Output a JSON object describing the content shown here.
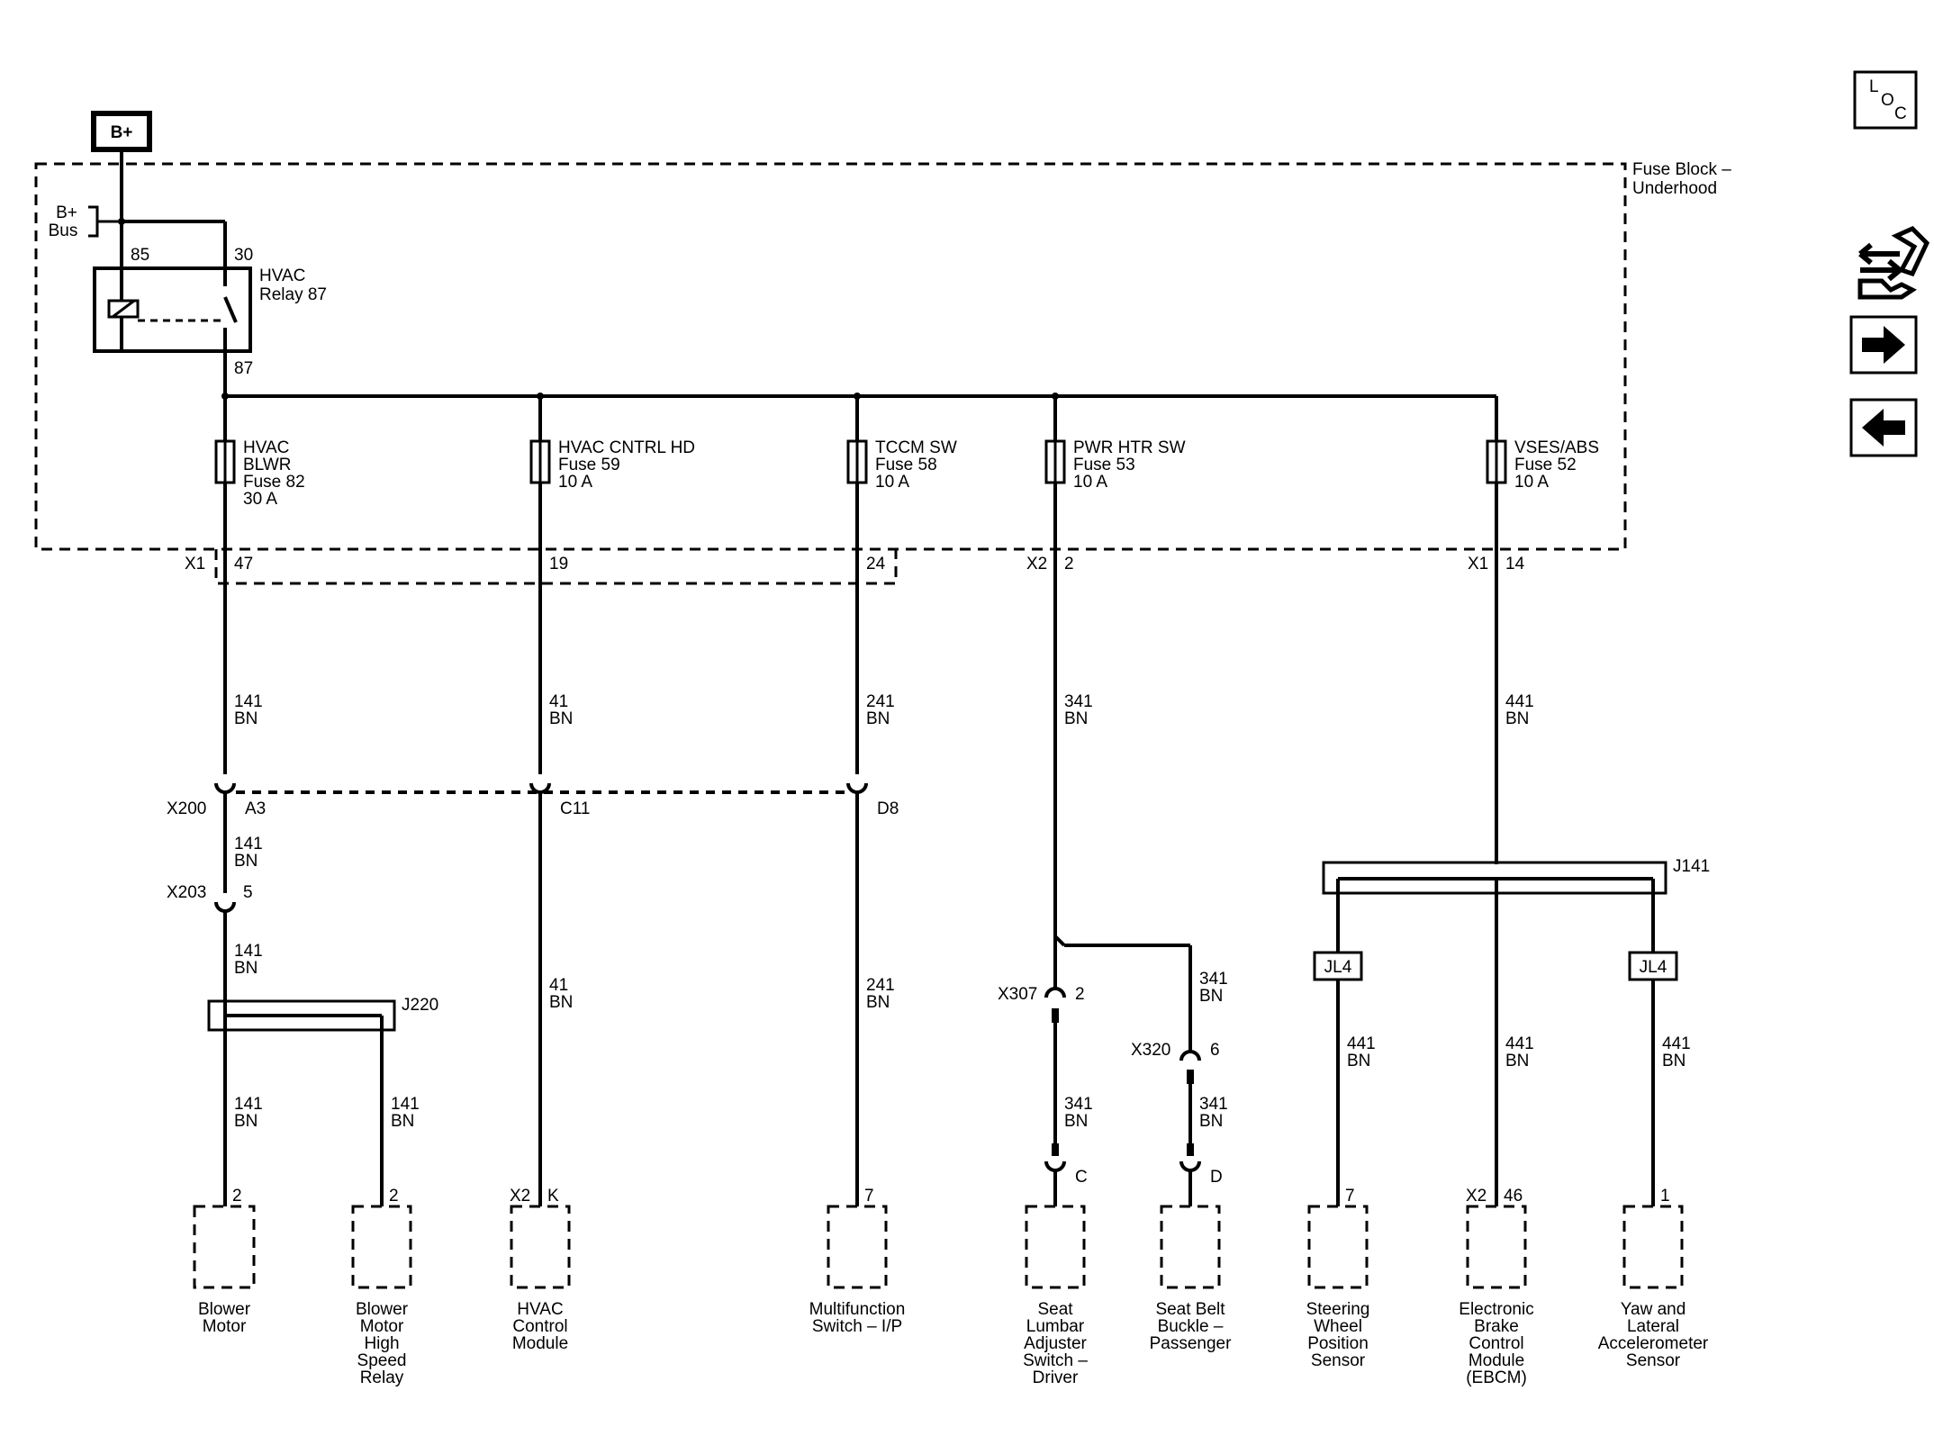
{
  "fuse_block": {
    "label_1": "Fuse Block –",
    "label_2": "Underhood"
  },
  "power": {
    "source": "B+",
    "bus_1": "B+",
    "bus_2": "Bus"
  },
  "relay": {
    "name_1": "HVAC",
    "name_2": "Relay 87",
    "pin_85": "85",
    "pin_30": "30",
    "pin_87": "87"
  },
  "fuses": [
    {
      "lines": [
        "HVAC",
        "BLWR",
        "Fuse 82",
        "30 A"
      ]
    },
    {
      "lines": [
        "HVAC CNTRL HD",
        "Fuse 59",
        "10 A"
      ]
    },
    {
      "lines": [
        "TCCM SW",
        "Fuse 58",
        "10 A"
      ]
    },
    {
      "lines": [
        "PWR HTR SW",
        "Fuse 53",
        "10 A"
      ]
    },
    {
      "lines": [
        "VSES/ABS",
        "Fuse 52",
        "10 A"
      ]
    }
  ],
  "outputs": [
    {
      "connector": "X1",
      "pin": "47"
    },
    {
      "connector": "",
      "pin": "19"
    },
    {
      "connector": "",
      "pin": "24"
    },
    {
      "connector": "X2",
      "pin": "2"
    },
    {
      "connector": "X1",
      "pin": "14"
    }
  ],
  "wires": {
    "w1": [
      "141",
      "BN"
    ],
    "w2": [
      "41",
      "BN"
    ],
    "w3": [
      "241",
      "BN"
    ],
    "w4": [
      "341",
      "BN"
    ],
    "w5": [
      "441",
      "BN"
    ],
    "w6": [
      "141",
      "BN"
    ],
    "w7": [
      "141",
      "BN"
    ],
    "w8": [
      "41",
      "BN"
    ],
    "w9": [
      "241",
      "BN"
    ],
    "w10": [
      "341",
      "BN"
    ],
    "w11": [
      "341",
      "BN"
    ],
    "w12": [
      "341",
      "BN"
    ],
    "w13": [
      "141",
      "BN"
    ],
    "w14": [
      "141",
      "BN"
    ],
    "w15": [
      "441",
      "BN"
    ],
    "w16": [
      "441",
      "BN"
    ],
    "w17": [
      "441",
      "BN"
    ]
  },
  "inline_connectors": {
    "x200": "X200",
    "x200_a3": "A3",
    "x200_c11": "C11",
    "x200_d8": "D8",
    "x203": "X203",
    "x203_pin": "5",
    "x307": "X307",
    "x307_pin": "2",
    "x320": "X320",
    "x320_pin": "6",
    "pin_c": "C",
    "pin_d": "D"
  },
  "splices": {
    "j220": "J220",
    "j141": "J141",
    "jl4_left": "JL4",
    "jl4_right": "JL4"
  },
  "components": [
    {
      "lines": [
        "Blower",
        "Motor"
      ],
      "conn": "",
      "pin": "2"
    },
    {
      "lines": [
        "Blower",
        "Motor",
        "High",
        "Speed",
        "Relay"
      ],
      "conn": "",
      "pin": "2"
    },
    {
      "lines": [
        "HVAC",
        "Control",
        "Module"
      ],
      "conn": "X2",
      "pin": "K"
    },
    {
      "lines": [
        "Multifunction",
        "Switch – I/P"
      ],
      "conn": "",
      "pin": "7"
    },
    {
      "lines": [
        "Seat",
        "Lumbar",
        "Adjuster",
        "Switch –",
        "Driver"
      ],
      "conn": "",
      "pin": ""
    },
    {
      "lines": [
        "Seat Belt",
        "Buckle –",
        "Passenger"
      ],
      "conn": "",
      "pin": ""
    },
    {
      "lines": [
        "Steering",
        "Wheel",
        "Position",
        "Sensor"
      ],
      "conn": "",
      "pin": "7"
    },
    {
      "lines": [
        "Electronic",
        "Brake",
        "Control",
        "Module",
        "(EBCM)"
      ],
      "conn": "X2",
      "pin": "46"
    },
    {
      "lines": [
        "Yaw and",
        "Lateral",
        "Accelerometer",
        "Sensor"
      ],
      "conn": "",
      "pin": "1"
    }
  ],
  "nav": {
    "loc_1": "L",
    "loc_2": "O",
    "loc_3": "C",
    "icons": [
      "locator-icon",
      "connector-end-view-icon",
      "arrow-right-icon",
      "arrow-left-icon"
    ]
  }
}
